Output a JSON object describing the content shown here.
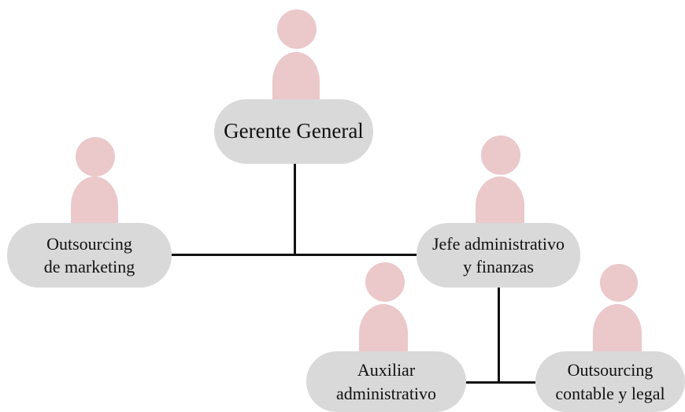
{
  "diagram": {
    "nodes": [
      {
        "id": "gerente-general",
        "lines": [
          "Gerente General"
        ]
      },
      {
        "id": "outsourcing-marketing",
        "lines": [
          "Outsourcing",
          "de marketing"
        ]
      },
      {
        "id": "jefe-administrativo",
        "lines": [
          "Jefe administrativo",
          "y finanzas"
        ]
      },
      {
        "id": "auxiliar-administrativo",
        "lines": [
          "Auxiliar",
          "administrativo"
        ]
      },
      {
        "id": "outsourcing-contable",
        "lines": [
          "Outsourcing",
          "contable y legal"
        ]
      }
    ],
    "colors": {
      "person_icon": "#ebc8ca",
      "node_fill": "#d9d9d9",
      "connector": "#111111",
      "text": "#111111",
      "background": "#ffffff"
    },
    "icon": "person-icon"
  }
}
